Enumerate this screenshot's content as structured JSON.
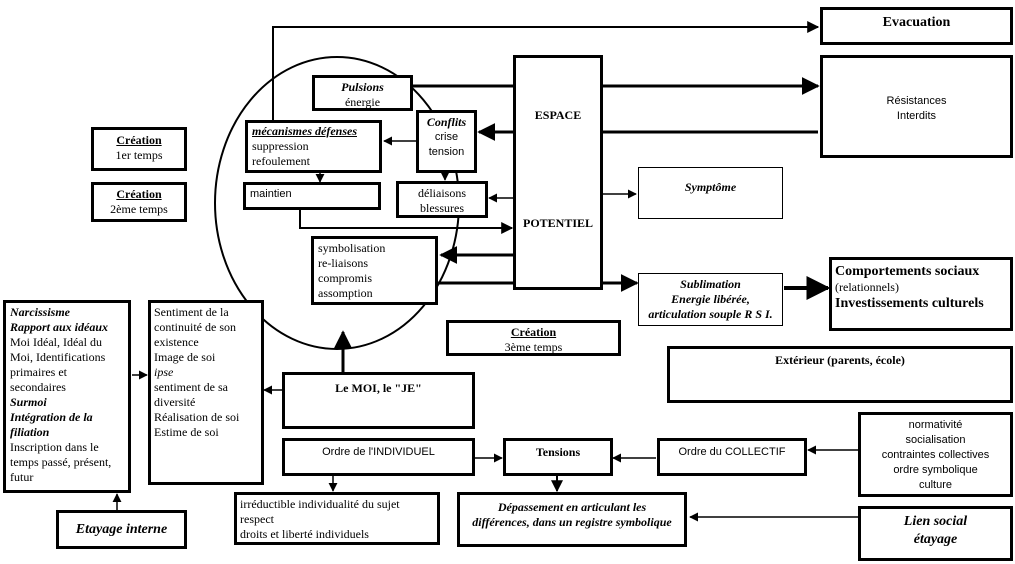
{
  "evacuation": "Evacuation",
  "resistances": [
    "Résistances",
    "Interdits"
  ],
  "espace": "ESPACE",
  "potentiel": "POTENTIEL",
  "pulsions": {
    "title": "Pulsions",
    "sub": "énergie"
  },
  "mecanismes": {
    "title": "mécanismes défenses",
    "line1": "suppression",
    "line2": "refoulement"
  },
  "conflits": {
    "title": "Conflits",
    "line1": "crise",
    "line2": "tension"
  },
  "maintien": "maintien",
  "deliaisons": {
    "line1": "déliaisons",
    "line2": "blessures"
  },
  "symbolisation": {
    "line1": "symbolisation",
    "line2": "re-liaisons",
    "line3": "compromis",
    "line4": "assomption"
  },
  "symptome": "Symptôme",
  "sublimation": {
    "title": "Sublimation",
    "line1": "Energie libérée,",
    "line2": "articulation souple R S I."
  },
  "comportements": {
    "title": "Comportements sociaux",
    "sub": "(relationnels)",
    "title2": "Investissements culturels"
  },
  "creation1": {
    "title": "Création",
    "sub": "1er temps"
  },
  "creation2": {
    "title": "Création",
    "sub": "2ème temps"
  },
  "creation3": {
    "title": "Création",
    "sub": "3ème temps"
  },
  "narcissisme": {
    "l1": "Narcissisme",
    "l2": "Rapport aux idéaux",
    "l3": "Moi Idéal, Idéal du",
    "l4": "Moi, Identifications",
    "l5": "primaires et",
    "l6": "secondaires",
    "l7": "Surmoi",
    "l8": "Intégration de la",
    "l9": "filiation",
    "l10": "Inscription dans le",
    "l11": "temps passé, présent,",
    "l12": "futur"
  },
  "sentiment": {
    "l1": "Sentiment de la",
    "l2": "continuité de son",
    "l3": "existence",
    "l4": "Image de soi",
    "l5": "ipse",
    "l6": "sentiment de sa",
    "l7": "diversité",
    "l8": "Réalisation de soi",
    "l9": "Estime de soi"
  },
  "moi": "Le MOI, le \"JE\"",
  "ordre_individuel": "Ordre de l'INDIVIDUEL",
  "tensions": "Tensions",
  "ordre_collectif": "Ordre du COLLECTIF",
  "exterieur": "Extérieur (parents, école)",
  "normativite": {
    "l1": "normativité",
    "l2": "socialisation",
    "l3": "contraintes collectives",
    "l4": "ordre symbolique",
    "l5": "culture"
  },
  "irreductible": {
    "l1": "irréductible individualité du sujet",
    "l2": "respect",
    "l3": "droits et liberté individuels"
  },
  "depassement": {
    "l1": "Dépassement en articulant les",
    "l2": "différences, dans un registre symbolique"
  },
  "etayage_interne": "Etayage interne",
  "lien_social": {
    "l1": "Lien social",
    "l2": "étayage"
  }
}
